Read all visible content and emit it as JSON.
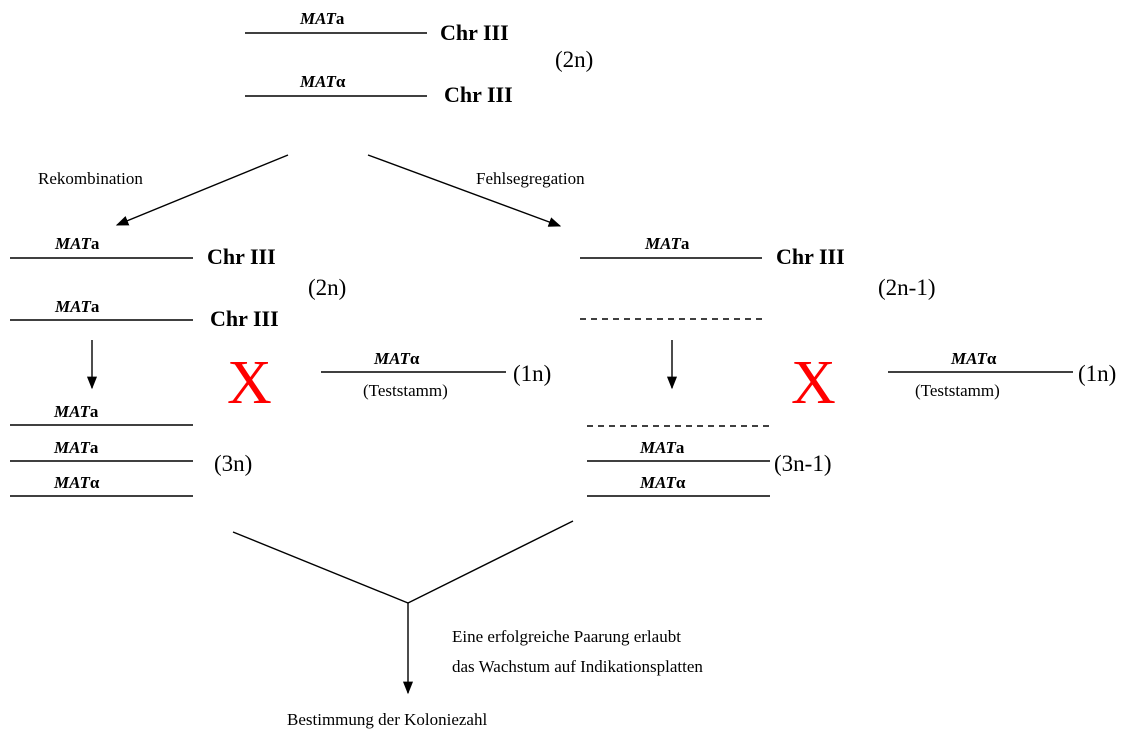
{
  "symbols": {
    "mat_prefix": "MAT",
    "a": "a",
    "alpha": "α",
    "chr": "Chr III",
    "cross": "X"
  },
  "ploidy": {
    "diploid": "(2n)",
    "haploid": "(1n)",
    "triploid": "(3n)",
    "diploid_minus_one": "(2n-1)",
    "triploid_minus_one": "(3n-1)"
  },
  "labels": {
    "recombination": "Rekombination",
    "missegregation": "Fehlsegregation",
    "tester": "(Teststamm)",
    "mating_line1": "Eine erfolgreiche Paarung erlaubt",
    "mating_line2": "das Wachstum auf Indikationsplatten",
    "result": "Bestimmung der Koloniezahl"
  },
  "colors": {
    "ink": "#000000",
    "cross": "#ff0000"
  }
}
